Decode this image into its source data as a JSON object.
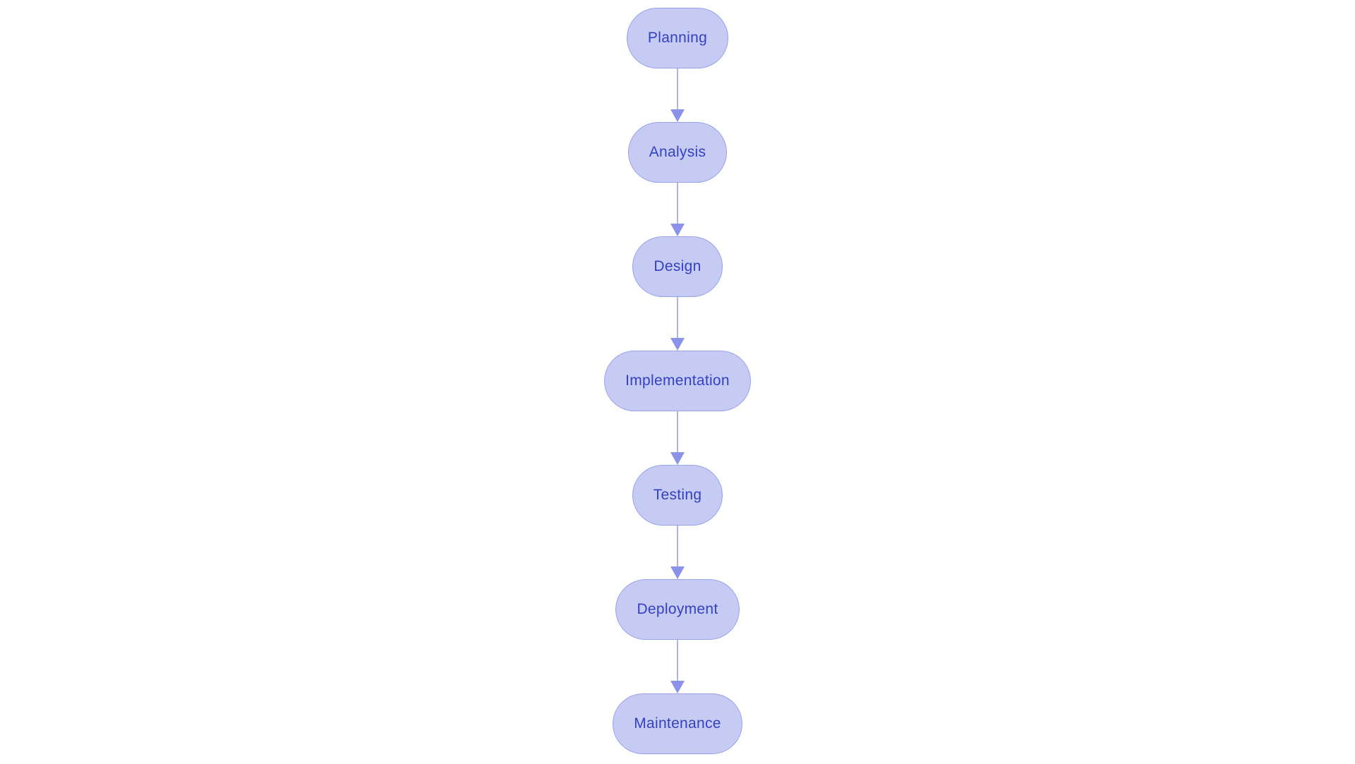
{
  "diagram": {
    "type": "flowchart",
    "direction": "top-to-bottom",
    "nodes": [
      {
        "label": "Planning"
      },
      {
        "label": "Analysis"
      },
      {
        "label": "Design"
      },
      {
        "label": "Implementation"
      },
      {
        "label": "Testing"
      },
      {
        "label": "Deployment"
      },
      {
        "label": "Maintenance"
      }
    ],
    "edges": [
      {
        "from": "Planning",
        "to": "Analysis"
      },
      {
        "from": "Analysis",
        "to": "Design"
      },
      {
        "from": "Design",
        "to": "Implementation"
      },
      {
        "from": "Implementation",
        "to": "Testing"
      },
      {
        "from": "Testing",
        "to": "Deployment"
      },
      {
        "from": "Deployment",
        "to": "Maintenance"
      }
    ]
  },
  "colors": {
    "background": "#ffffff",
    "node_fill": "#c6cbf3",
    "node_border": "#99a1ec",
    "node_text": "#3540c2",
    "arrow_line": "#abb2ef",
    "arrow_head": "#8a93e9"
  }
}
